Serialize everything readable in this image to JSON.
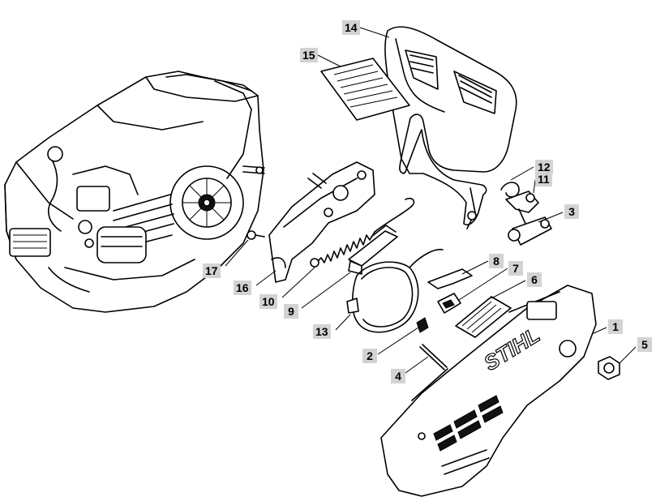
{
  "callouts": [
    {
      "id": "14",
      "text": "14"
    },
    {
      "id": "15",
      "text": "15"
    },
    {
      "id": "12",
      "text": "12"
    },
    {
      "id": "11",
      "text": "11"
    },
    {
      "id": "3",
      "text": "3"
    },
    {
      "id": "8",
      "text": "8"
    },
    {
      "id": "7",
      "text": "7"
    },
    {
      "id": "6",
      "text": "6"
    },
    {
      "id": "1",
      "text": "1"
    },
    {
      "id": "5",
      "text": "5"
    },
    {
      "id": "17",
      "text": "17"
    },
    {
      "id": "16",
      "text": "16"
    },
    {
      "id": "10",
      "text": "10"
    },
    {
      "id": "9",
      "text": "9"
    },
    {
      "id": "13",
      "text": "13"
    },
    {
      "id": "2",
      "text": "2"
    },
    {
      "id": "4",
      "text": "4"
    }
  ],
  "cover_logo": "STIHL",
  "colors": {
    "callout_bg": "#d3d3d3",
    "line": "#000000",
    "background": "#ffffff"
  }
}
